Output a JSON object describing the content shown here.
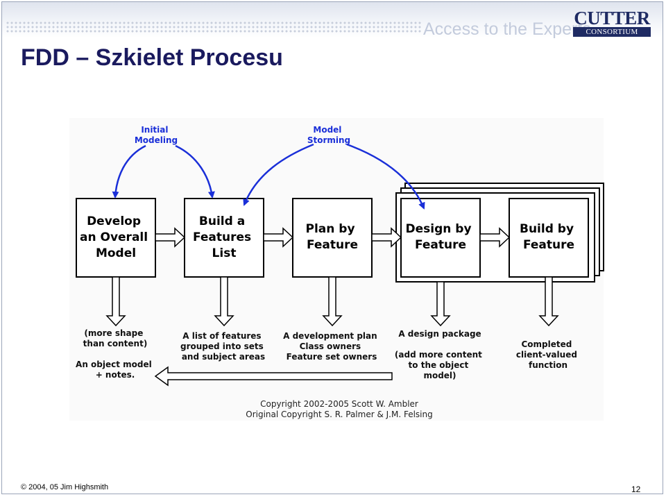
{
  "header": {
    "tagline": "Access to the Experts",
    "logo_top": "CUTTER",
    "logo_bottom": "CONSORTIUM"
  },
  "slide": {
    "title": "FDD – Szkielet Procesu"
  },
  "diagram": {
    "process_boxes": [
      [
        "Develop",
        "an Overall",
        "Model"
      ],
      [
        "Build a",
        "Features",
        "List"
      ],
      [
        "Plan by",
        "Feature"
      ],
      [
        "Design by",
        "Feature"
      ],
      [
        "Build by",
        "Feature"
      ]
    ],
    "loop_labels": {
      "initial_modeling": [
        "Initial",
        "Modeling"
      ],
      "model_storming": [
        "Model",
        "Storming"
      ]
    },
    "outputs": {
      "develop_model_a": [
        "(more shape",
        "than content)"
      ],
      "develop_model_b": [
        "An object model",
        "+ notes."
      ],
      "features_list": [
        "A list of features",
        "grouped into sets",
        "and subject areas"
      ],
      "plan": [
        "A development plan",
        "Class owners",
        "Feature set owners"
      ],
      "design_a": [
        "A design package"
      ],
      "design_b": [
        "(add more content",
        "to the object",
        "model)"
      ],
      "build": [
        "Completed",
        "client-valued",
        "function"
      ]
    },
    "copyright": [
      "Copyright 2002-2005 Scott W. Ambler",
      "Original Copyright S. R. Palmer & J.M. Felsing"
    ]
  },
  "footer": {
    "copyright": "© 2004, 05 Jim Highsmith",
    "page_number": "12"
  },
  "colors": {
    "title": "#1a1a5e",
    "loop_arrow": "#1a2fd8",
    "box_border": "#000000",
    "logo": "#1f2b63"
  }
}
